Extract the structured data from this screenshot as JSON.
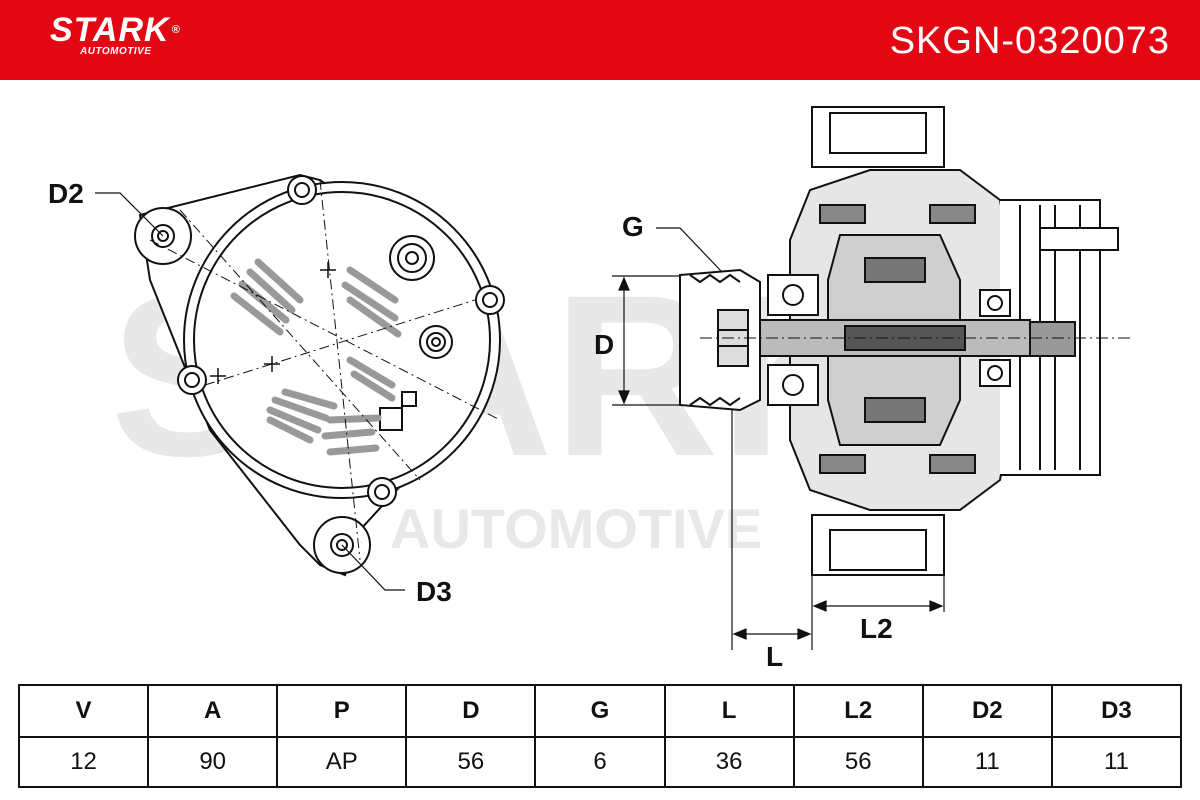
{
  "header": {
    "brand": "STARK",
    "brand_sub": "AUTOMOTIVE",
    "part_number": "SKGN-0320073",
    "color": "#e30613"
  },
  "watermark": {
    "main": "STARK",
    "sub": "AUTOMOTIVE"
  },
  "drawing": {
    "labels": {
      "d2": "D2",
      "d3": "D3",
      "g": "G",
      "d": "D",
      "l": "L",
      "l2": "L2"
    }
  },
  "specs": {
    "headers": [
      "V",
      "A",
      "P",
      "D",
      "G",
      "L",
      "L2",
      "D2",
      "D3"
    ],
    "values": [
      "12",
      "90",
      "AP",
      "56",
      "6",
      "36",
      "56",
      "11",
      "11"
    ]
  }
}
